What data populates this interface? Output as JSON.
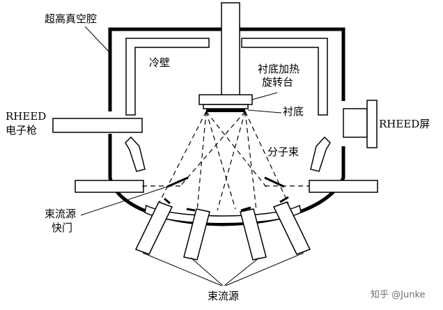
{
  "labels": {
    "chamber": "超高真空腔",
    "cold_wall": "冷壁",
    "heater_line1": "衬底加热",
    "heater_line2": "旋转台",
    "substrate": "衬底",
    "rheed_gun_line1": "RHEED",
    "rheed_gun_line2": "电子枪",
    "rheed_screen": "RHEED屏",
    "molecular_beam": "分子束",
    "shutter_line1": "束流源",
    "shutter_line2": "快门",
    "beam_source": "束流源"
  },
  "watermark": "知乎 @Junke",
  "colors": {
    "line": "#000000",
    "background": "#ffffff",
    "watermark": "#6f6f6f"
  }
}
